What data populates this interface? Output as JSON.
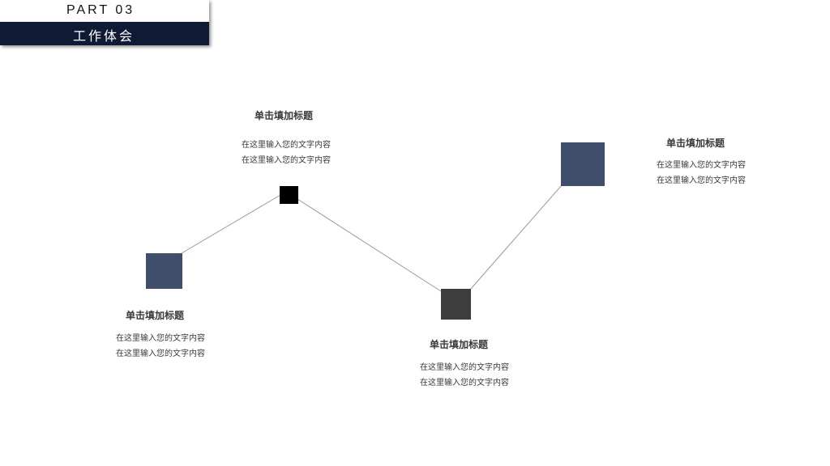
{
  "header": {
    "part_label": "PART  03",
    "title": "工作体会"
  },
  "colors": {
    "header_bg": "#0f1a35",
    "node_blue": "#3f4f6b",
    "node_black": "#000000",
    "node_gray": "#3d3d3d",
    "line": "#9a9a9a"
  },
  "nodes": [
    {
      "title": "单击填加标题",
      "line1": "在这里输入您的文字内容",
      "line2": "在这里输入您的文字内容"
    },
    {
      "title": "单击填加标题",
      "line1": "在这里输入您的文字内容",
      "line2": "在这里输入您的文字内容"
    },
    {
      "title": "单击填加标题",
      "line1": "在这里输入您的文字内容",
      "line2": "在这里输入您的文字内容"
    },
    {
      "title": "单击填加标题",
      "line1": "在这里输入您的文字内容",
      "line2": "在这里输入您的文字内容"
    }
  ]
}
